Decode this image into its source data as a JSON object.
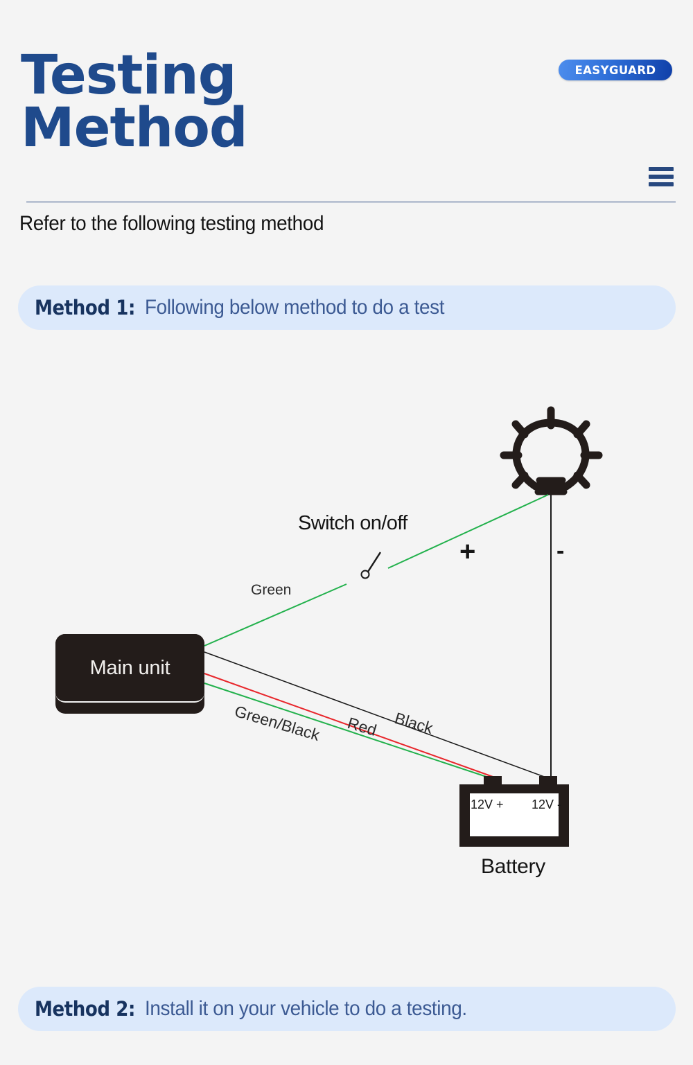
{
  "page": {
    "background_color": "#f4f4f4",
    "title": "Testing\nMethod",
    "subtitle": "Refer to the following testing method"
  },
  "brand": {
    "name": "EASYGUARD",
    "gradient_from": "#4d8ded",
    "gradient_to": "#0f3fa8",
    "text_color": "#ffffff"
  },
  "header": {
    "menu_icon": "hamburger-menu-icon",
    "accent_color": "#1f4a8c",
    "rule_color": "#2a4a80"
  },
  "methods": [
    {
      "label": "Method 1:",
      "text": "Following below method to do a test",
      "banner_color": "#dce9fb",
      "label_color": "#17335f",
      "text_color": "#3c5a93"
    },
    {
      "label": "Method 2:",
      "text": "Install it on your vehicle to do a testing.",
      "banner_color": "#dce9fb",
      "label_color": "#17335f",
      "text_color": "#3c5a93"
    }
  ],
  "diagram": {
    "main_unit_label": "Main unit",
    "main_unit_color": "#231c1a",
    "switch_label": "Switch on/off",
    "plus_sign": "+",
    "minus_sign": "-",
    "battery_label": "Battery",
    "battery_terminal_positive": "12V +",
    "battery_terminal_negative": "12V -",
    "bulb_icon": "light-bulb-icon",
    "switch_icon": "toggle-switch-icon",
    "battery_icon": "battery-icon",
    "wires": [
      {
        "name": "green-wire",
        "label": "Green",
        "color": "#22b14c",
        "from": "main-unit",
        "to": "switch"
      },
      {
        "name": "green-black-wire",
        "label": "Green/Black",
        "color": "#22b14c",
        "from": "main-unit",
        "to": "battery-positive"
      },
      {
        "name": "red-wire",
        "label": "Red",
        "color": "#e8262b",
        "from": "main-unit",
        "to": "battery-positive"
      },
      {
        "name": "black-wire",
        "label": "Black",
        "color": "#1a1a1a",
        "from": "main-unit",
        "to": "battery-negative"
      },
      {
        "name": "bulb-negative-wire",
        "label": "",
        "color": "#1a1a1a",
        "from": "bulb",
        "to": "battery-negative"
      },
      {
        "name": "switch-to-bulb-wire",
        "label": "",
        "color": "#22b14c",
        "from": "switch",
        "to": "bulb"
      }
    ]
  }
}
